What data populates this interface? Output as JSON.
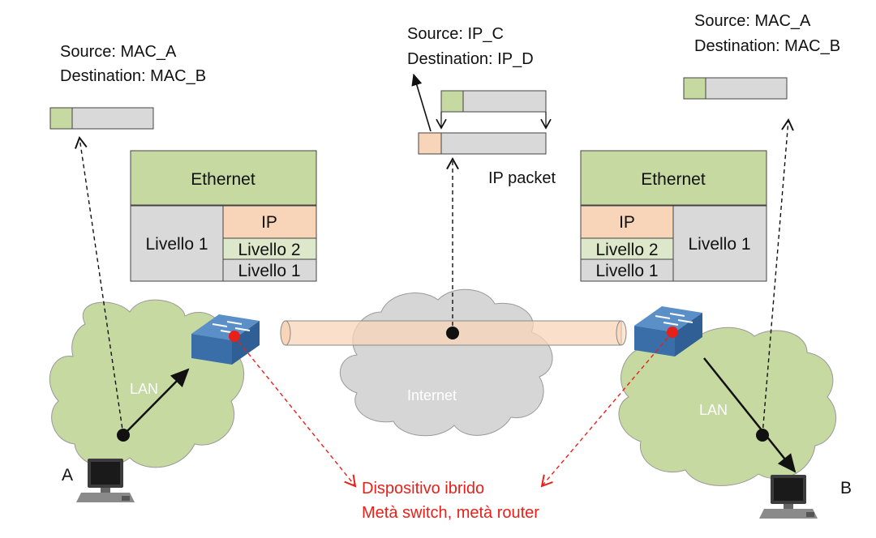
{
  "left_frame": {
    "source": "Source: MAC_A",
    "destination": "Destination: MAC_B"
  },
  "middle_frame": {
    "source": "Source: IP_C",
    "destination": "Destination: IP_D",
    "packet_label": "IP packet"
  },
  "right_frame": {
    "source": "Source: MAC_A",
    "destination": "Destination: MAC_B"
  },
  "left_stack": {
    "ethernet": "Ethernet",
    "phys": "Livello 1",
    "ip": "IP",
    "l2": "Livello 2",
    "l1": "Livello 1"
  },
  "right_stack": {
    "ethernet": "Ethernet",
    "phys": "Livello 1",
    "ip": "IP",
    "l2": "Livello 2",
    "l1": "Livello 1"
  },
  "lan_left": "LAN",
  "lan_right": "LAN",
  "internet": "Internet",
  "host_a": "A",
  "host_b": "B",
  "hybrid": {
    "line1": "Dispositivo ibrido",
    "line2": "Metà switch, metà router"
  },
  "colors": {
    "green": "#c6d9a0",
    "peach": "#f8d5b8",
    "gray": "#d9d9d9",
    "light_green": "#dde8cb",
    "red": "#e8201a",
    "cloud_gray": "#d6d6d6",
    "switch_blue": "#5b8fc7"
  }
}
